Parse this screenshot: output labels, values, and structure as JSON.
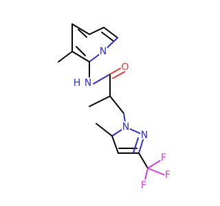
{
  "molecule": {
    "labels": {
      "pyridine_n": "N",
      "amide_nh": "N",
      "amide_h": "H",
      "carbonyl_o": "O",
      "pyrazole_n1": "N",
      "pyrazole_n2": "N",
      "f1": "F",
      "f2": "F",
      "f3": "F"
    },
    "colors": {
      "carbon": "#000000",
      "nitrogen": "#2b2bd6",
      "oxygen": "#e53b3b",
      "fluorine": "#d33be0"
    }
  }
}
